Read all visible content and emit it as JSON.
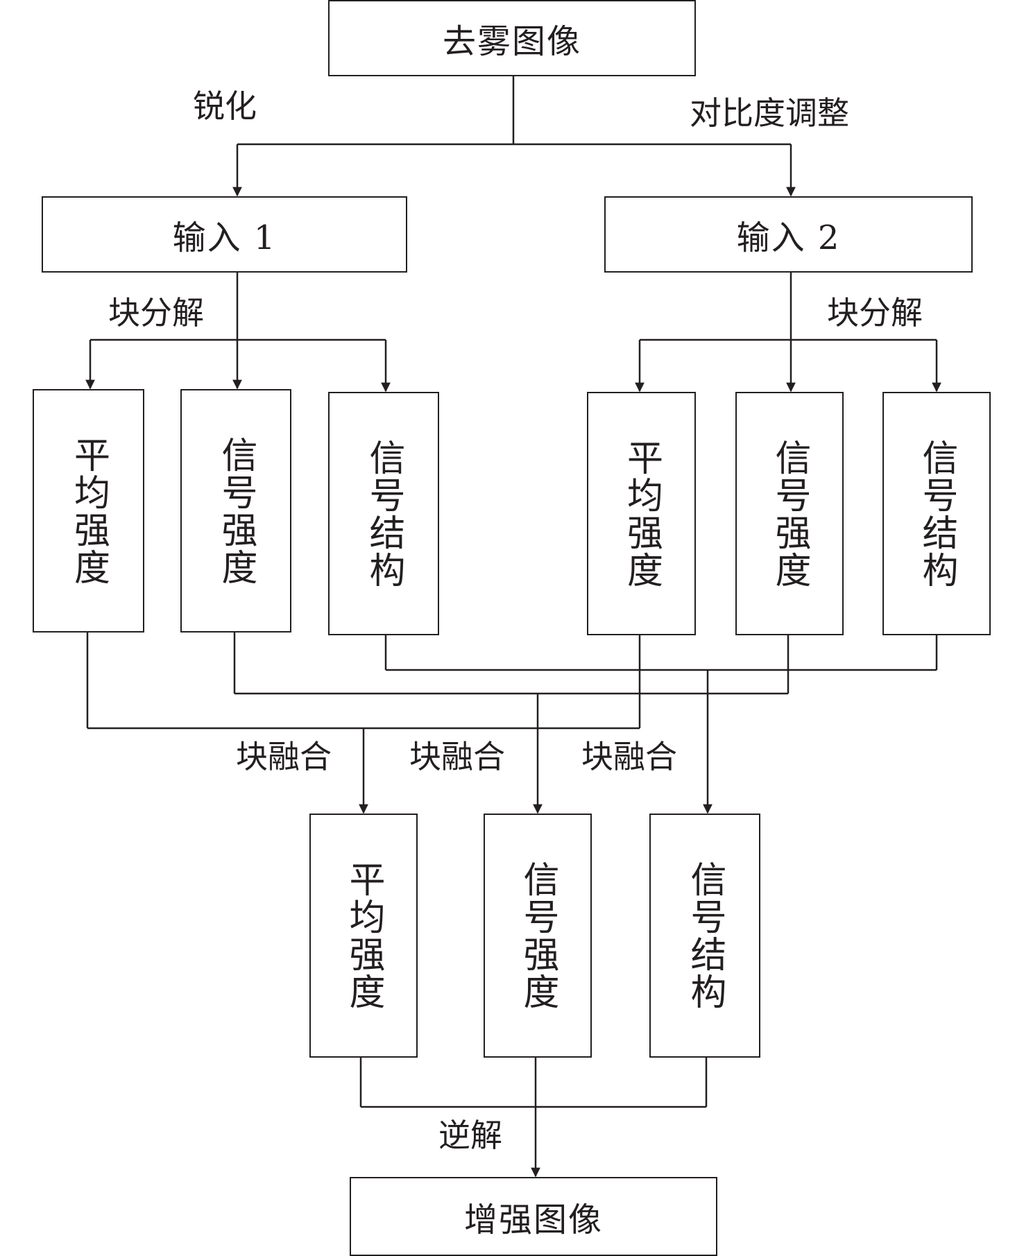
{
  "nodes": {
    "dehazed_image": "去雾图像",
    "input1": "输入 1",
    "input2": "输入 2",
    "in1_mean_intensity": "平均强度",
    "in1_signal_strength": "信号强度",
    "in1_signal_structure": "信号结构",
    "in2_mean_intensity": "平均强度",
    "in2_signal_strength": "信号强度",
    "in2_signal_structure": "信号结构",
    "fused_mean_intensity": "平均强度",
    "fused_signal_strength": "信号强度",
    "fused_signal_structure": "信号结构",
    "enhanced_image": "增强图像"
  },
  "edge_labels": {
    "sharpen": "锐化",
    "contrast_adjust": "对比度调整",
    "block_decomp_1": "块分解",
    "block_decomp_2": "块分解",
    "block_fusion_1": "块融合",
    "block_fusion_2": "块融合",
    "block_fusion_3": "块融合",
    "inverse": "逆解"
  }
}
